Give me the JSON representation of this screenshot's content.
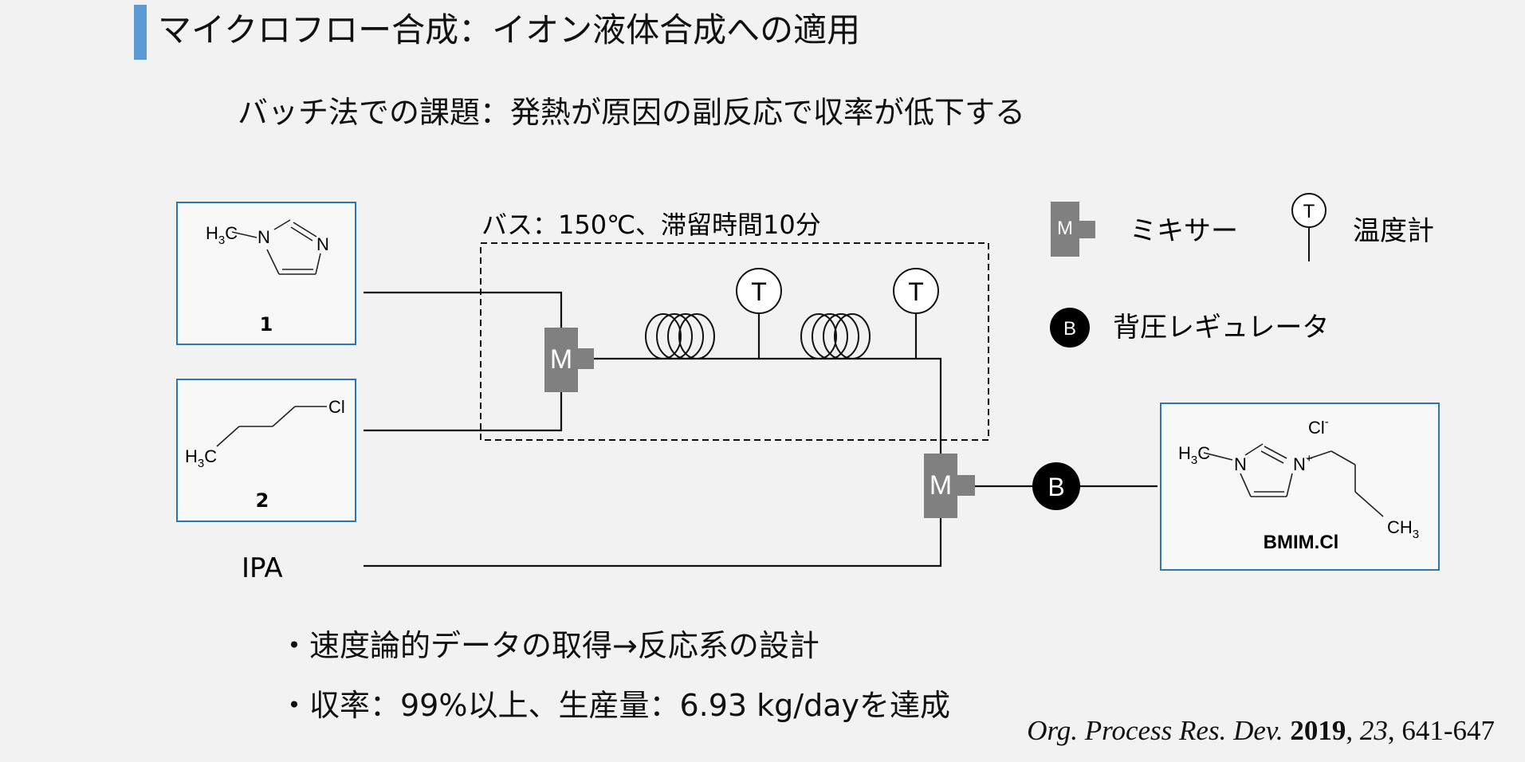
{
  "title": "マイクロフロー合成：イオン液体合成への適用",
  "subtitle": "バッチ法での課題：発熱が原因の副反応で収率が低下する",
  "bath_label": "バス：150℃、滞留時間10分",
  "reagents": {
    "r1": {
      "number": "1",
      "methyl": "H",
      "methyl_sub": "3",
      "methyl_c": "C",
      "n1": "N",
      "n2": "N"
    },
    "r2": {
      "number": "2",
      "methyl": "H",
      "methyl_sub": "3",
      "methyl_c": "C",
      "cl": "Cl"
    },
    "ipa": "IPA"
  },
  "mixer_symbol": "M",
  "thermometer_symbol": "T",
  "bpr_symbol": "B",
  "legend": {
    "mixer_label": "ミキサー",
    "thermometer_label": "温度計",
    "bpr_label": "背圧レギュレータ"
  },
  "product": {
    "name": "BMIM.Cl",
    "anion": "Cl",
    "anion_charge": "-",
    "cation_charge": "+",
    "methyl": "H",
    "methyl_sub": "3",
    "methyl_c": "C",
    "n1": "N",
    "n2": "N",
    "tail": "CH",
    "tail_sub": "3"
  },
  "bullets": [
    "・速度論的データの取得→反応系の設計",
    "・収率：99%以上、生産量：6.93 kg/dayを達成"
  ],
  "citation": {
    "journal": "Org. Process Res. Dev.",
    "year": "2019",
    "volume": "23",
    "pages": ", 641-647"
  },
  "colors": {
    "accent_bar": "#5b9bd5",
    "box_border": "#2e75b6",
    "mixer_fill": "#808080",
    "background": "#f2f2f2"
  }
}
